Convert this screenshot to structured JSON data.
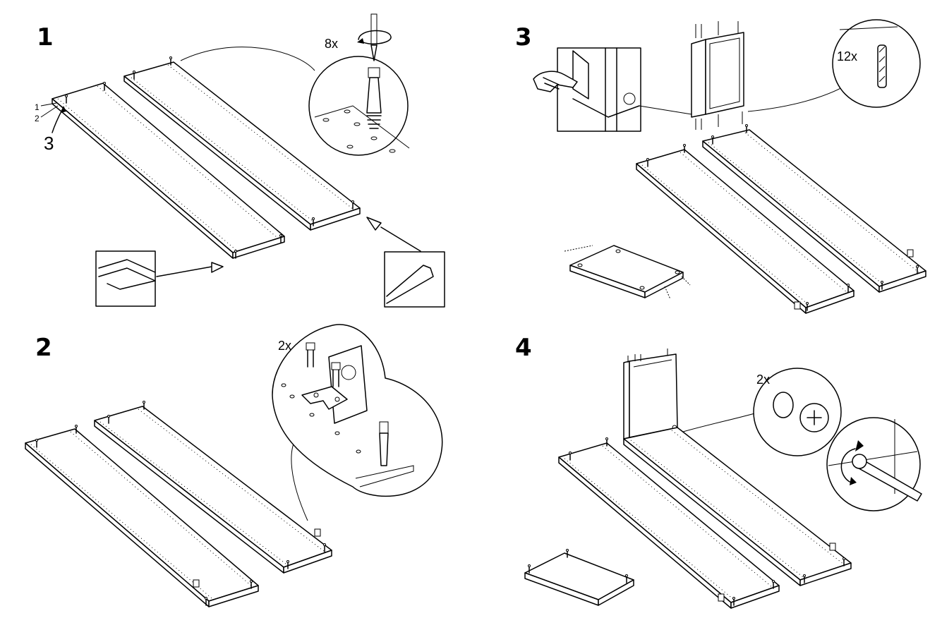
{
  "steps": [
    {
      "number": "1",
      "quantity": "8x",
      "callouts": [
        "1",
        "2",
        "3"
      ]
    },
    {
      "number": "2",
      "quantity": "2x"
    },
    {
      "number": "3",
      "quantity": "12x"
    },
    {
      "number": "4",
      "quantity": "2x"
    }
  ],
  "colors": {
    "ink": "#000000",
    "paper": "#ffffff"
  },
  "icons": [
    "screwdriver-icon",
    "rotate-arrow-icon",
    "hand-icon",
    "dowel-icon",
    "cam-lock-icon",
    "bracket-icon",
    "screw-icon"
  ]
}
